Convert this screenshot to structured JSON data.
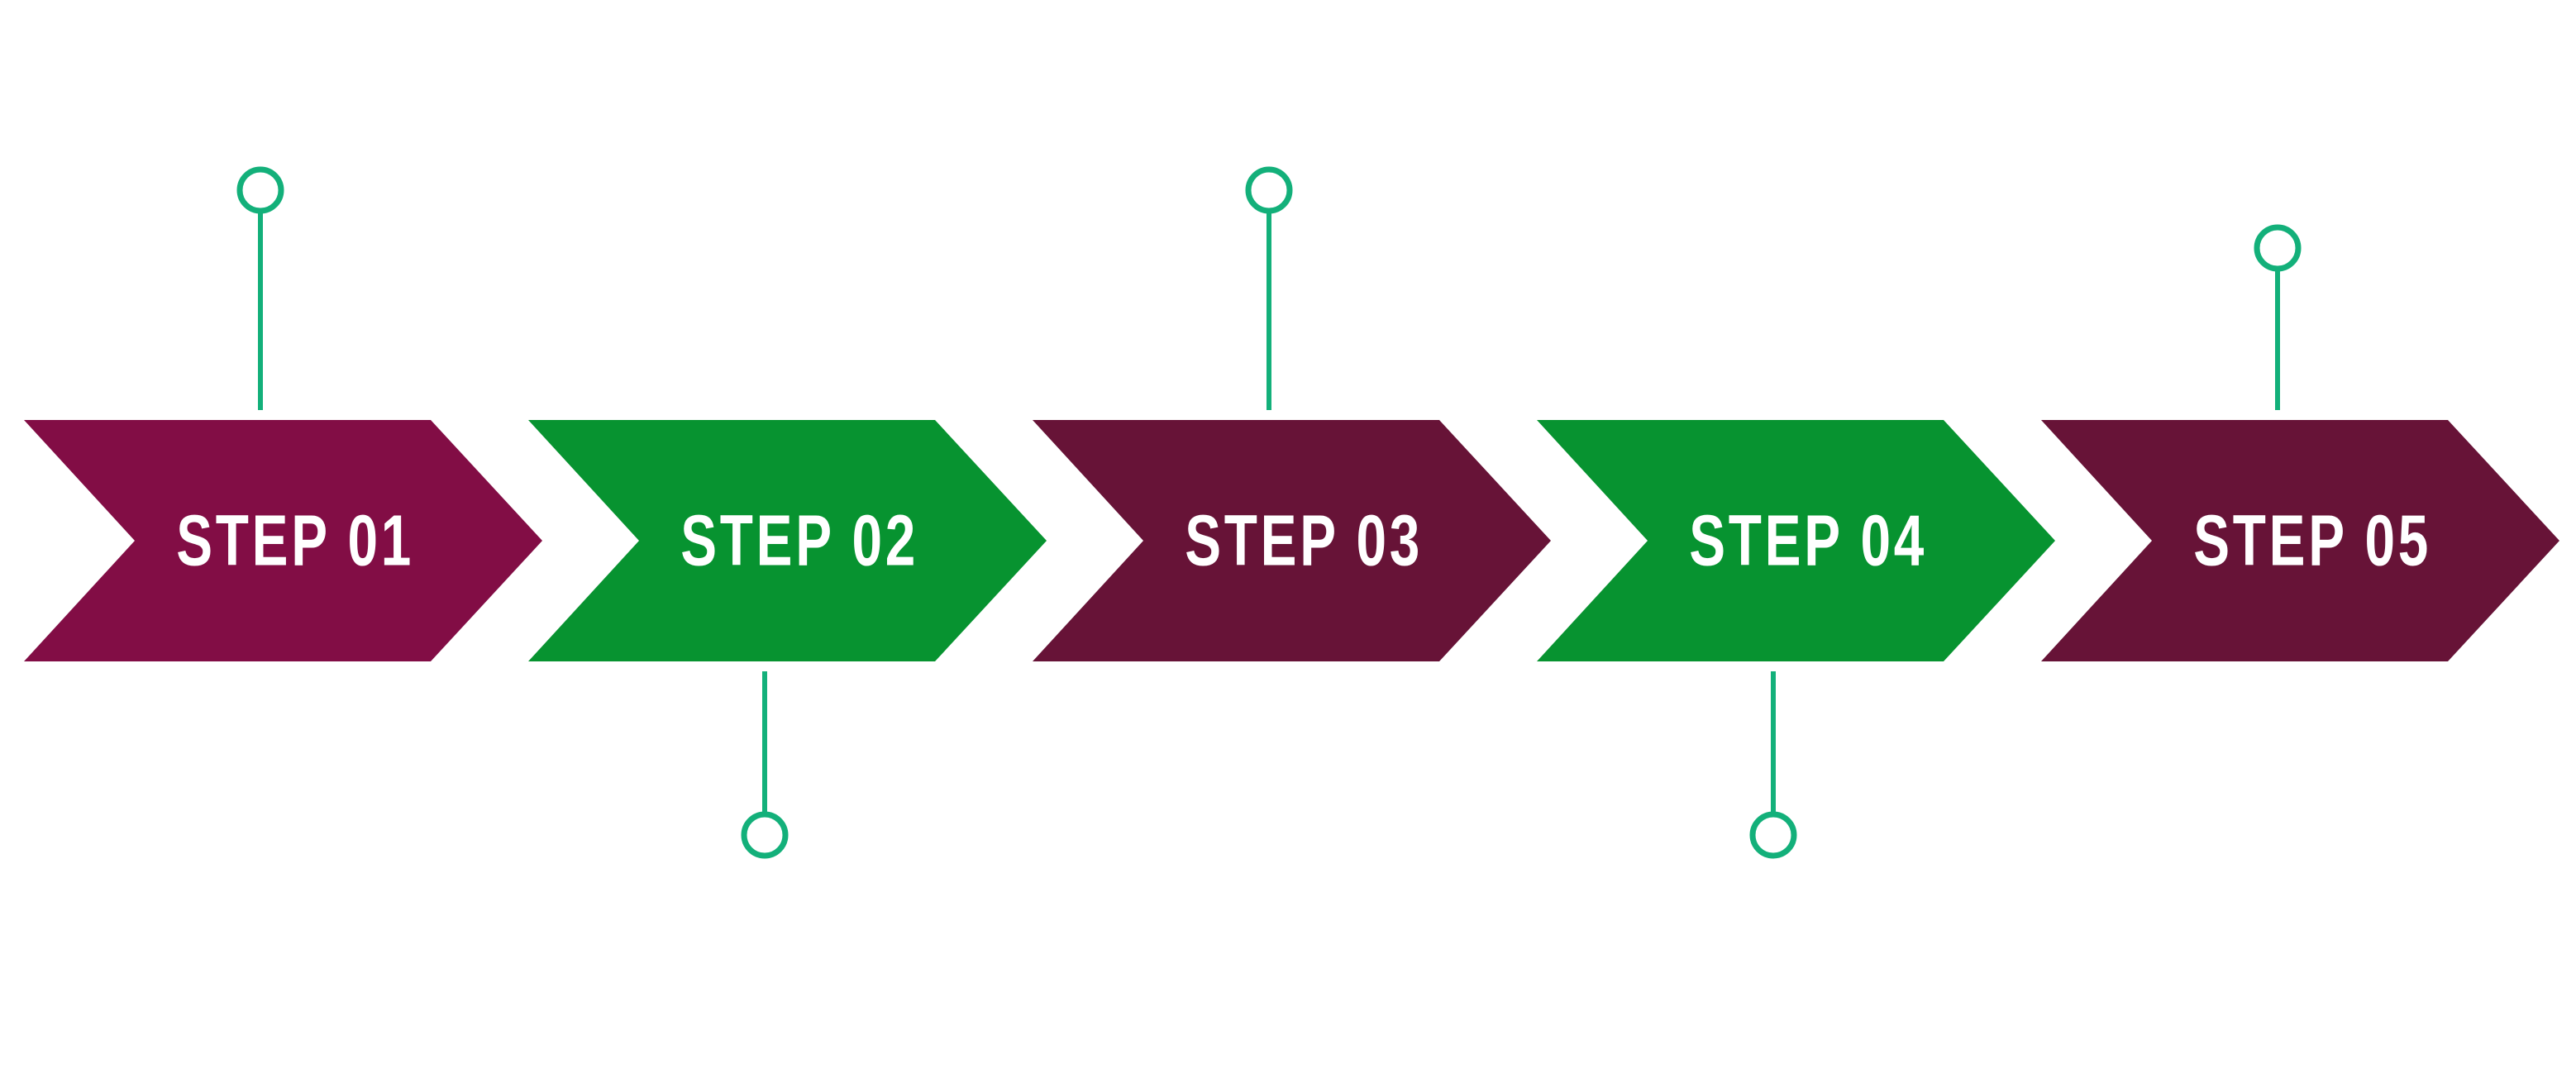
{
  "diagram": {
    "type": "process-chevron-timeline",
    "colors": {
      "magenta": "#820D45",
      "maroon": "#671337",
      "green": "#079330",
      "connector": "#13B07A",
      "text": "#FFFFFF",
      "background": "#FFFFFF"
    },
    "steps": [
      {
        "label": "STEP 01",
        "color": "#820D45",
        "marker": "top"
      },
      {
        "label": "STEP 02",
        "color": "#079330",
        "marker": "bottom"
      },
      {
        "label": "STEP 03",
        "color": "#671337",
        "marker": "top"
      },
      {
        "label": "STEP 04",
        "color": "#079330",
        "marker": "bottom"
      },
      {
        "label": "STEP 05",
        "color": "#671337",
        "marker": "top-short"
      }
    ]
  }
}
